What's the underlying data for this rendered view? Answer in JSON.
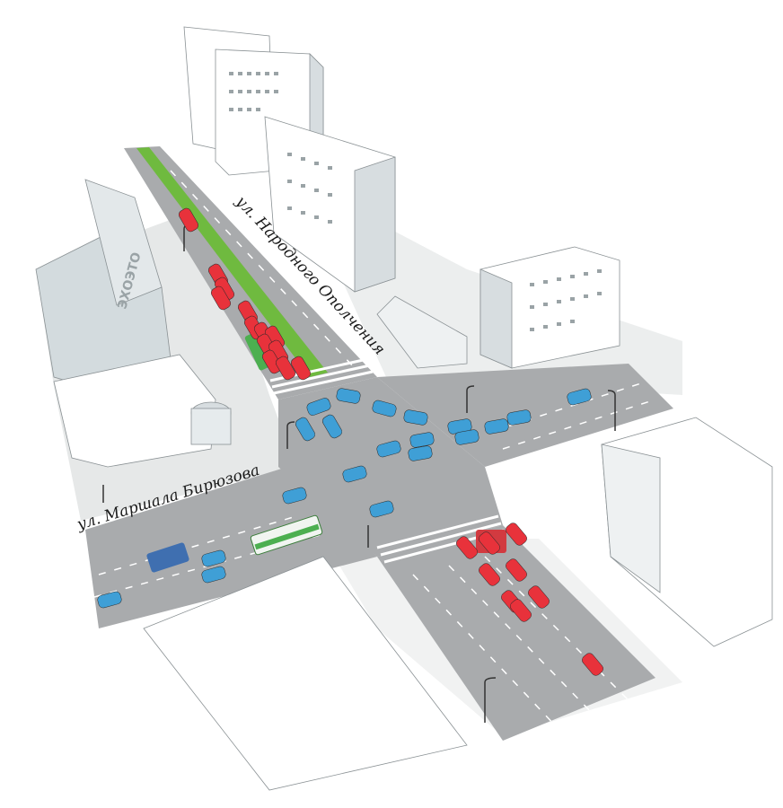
{
  "streets": {
    "north_label": "ул. Народного Ополчения",
    "west_label": "ул. Маршала Бирюзова"
  },
  "billboard_text": "ЭХОЭТО",
  "colors": {
    "background": "#ffffff",
    "road": "#a9abad",
    "road_edge": "#cfd1d2",
    "sidewalk": "#e6e8e8",
    "building_fill": "#ffffff",
    "building_shadow": "#c5cdd0",
    "building_line": "#8a9194",
    "lane_marking": "#ffffff",
    "dedicated_lane": "#6fba3f",
    "car_blue": "#3f9fd6",
    "car_red": "#e8323b",
    "bus_green": "#4caf50"
  }
}
